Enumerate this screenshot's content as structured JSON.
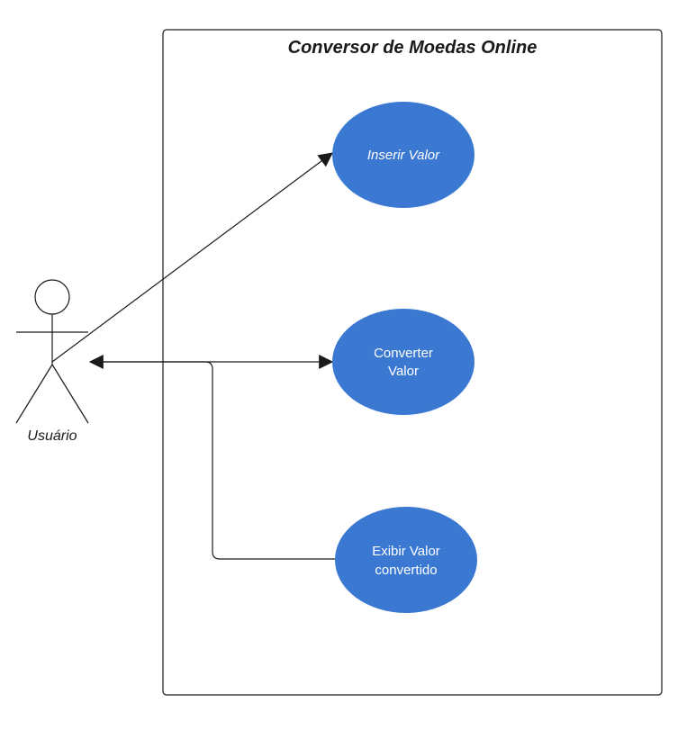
{
  "system": {
    "title": "Conversor de Moedas Online"
  },
  "actor": {
    "label": "Usuário"
  },
  "use_cases": [
    {
      "id": "inserir-valor",
      "lines": [
        "Inserir Valor"
      ]
    },
    {
      "id": "converter-valor",
      "lines": [
        "Converter",
        "Valor"
      ]
    },
    {
      "id": "exibir-valor-convertido",
      "lines": [
        "Exibir Valor",
        "convertido"
      ]
    }
  ],
  "colors": {
    "use_case_fill": "#3a78d1",
    "use_case_text": "#ffffff",
    "line": "#1a1a1a",
    "boundary": "#1a1a1a"
  }
}
